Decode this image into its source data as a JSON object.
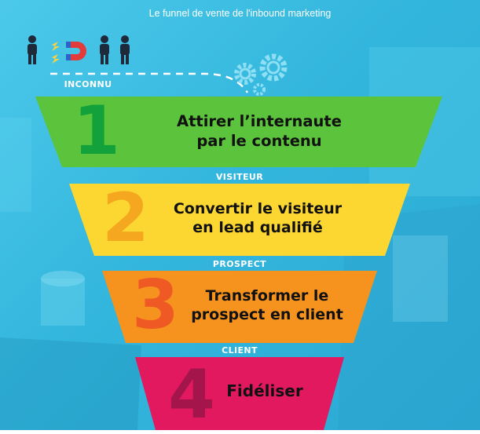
{
  "header": {
    "title": "Le funnel de vente de l'inbound marketing"
  },
  "stages": [
    {
      "label": "INCONNU"
    },
    {
      "label": "VISITEUR"
    },
    {
      "label": "PROSPECT"
    },
    {
      "label": "CLIENT"
    }
  ],
  "steps": [
    {
      "number": "1",
      "line1": "Attirer l’internaute",
      "line2": "par le contenu",
      "color": "#5cc43c",
      "number_color": "#12a13a"
    },
    {
      "number": "2",
      "line1": "Convertir le visiteur",
      "line2": "en lead qualifié",
      "color": "#fcd731",
      "number_color": "#f5a71f"
    },
    {
      "number": "3",
      "line1": "Transformer le",
      "line2": "prospect en client",
      "color": "#f6921e",
      "number_color": "#ef5a24"
    },
    {
      "number": "4",
      "line1": "Fidéliser",
      "line2": "",
      "color": "#e2195f",
      "number_color": "#a3154b"
    }
  ],
  "icons": {
    "people": "person-icon",
    "magnet": "magnet-icon",
    "gears": "gear-icon"
  }
}
